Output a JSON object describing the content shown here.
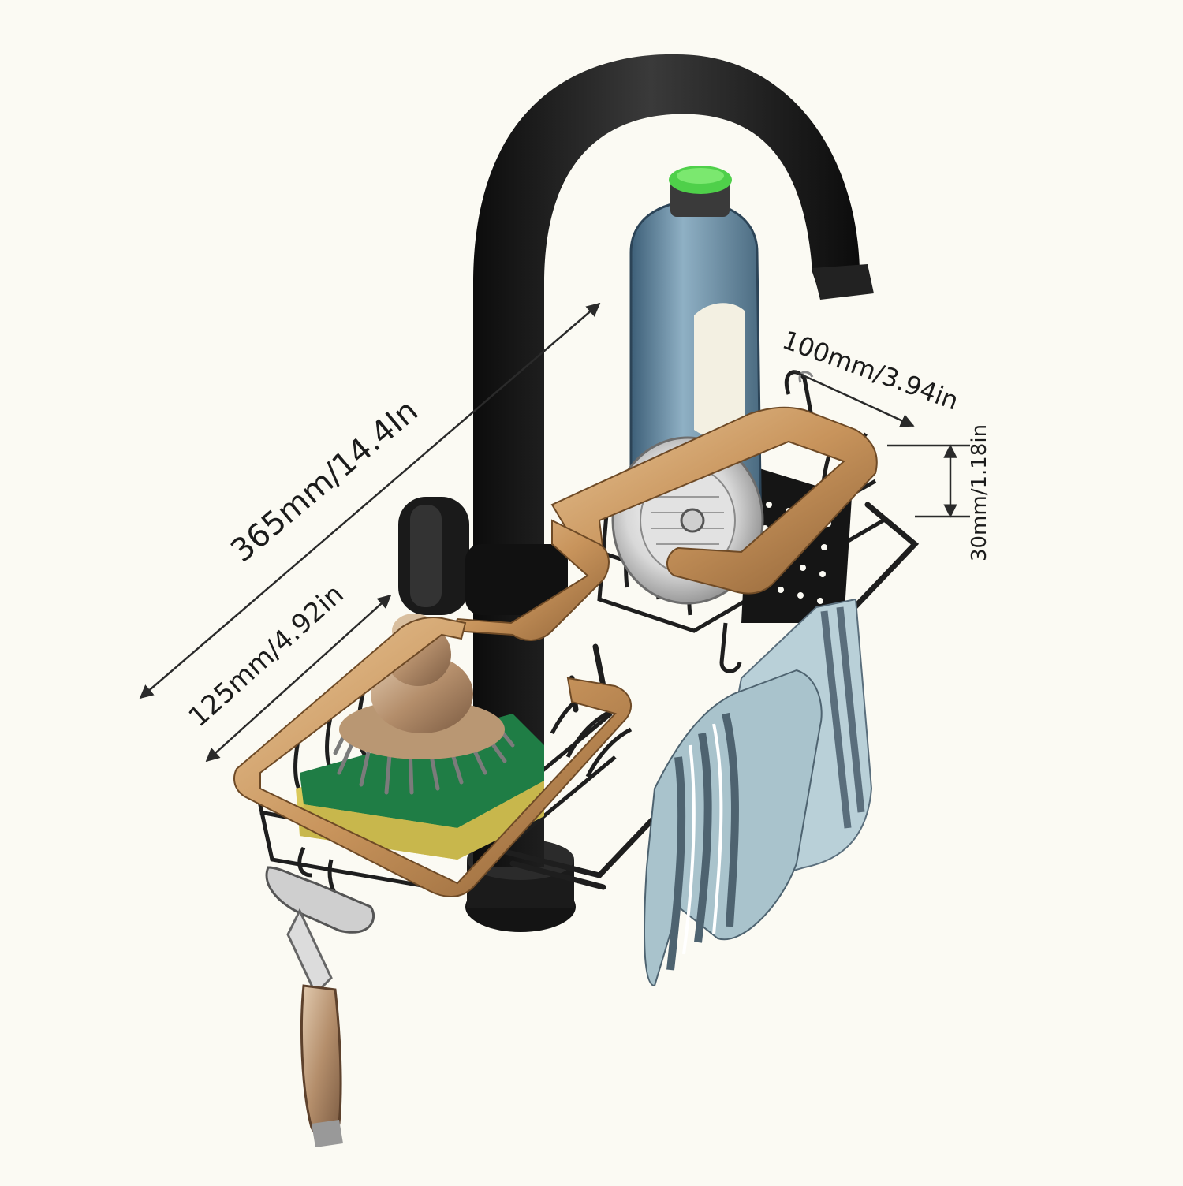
{
  "dimensions": {
    "total_length": "365mm/14.4In",
    "left_basket_length": "125mm/4.92in",
    "right_basket_width": "100mm/3.94in",
    "basket_height": "30mm/1.18in"
  },
  "colors": {
    "background": "#fbfaf3",
    "faucet_black": "#151515",
    "gold_rim": "#c8945c",
    "wire": "#1e1e1e",
    "bottle_blue": "#6d8ea4",
    "bottle_cap": "#4fd04a",
    "sponge_green": "#1f7d45",
    "sponge_yellow": "#d9c85a",
    "brush_wood": "#c2a383",
    "towel_blue": "#b9d0d8",
    "towel_stripe": "#5a6e7c",
    "dimension_line": "#2a2a2a"
  }
}
